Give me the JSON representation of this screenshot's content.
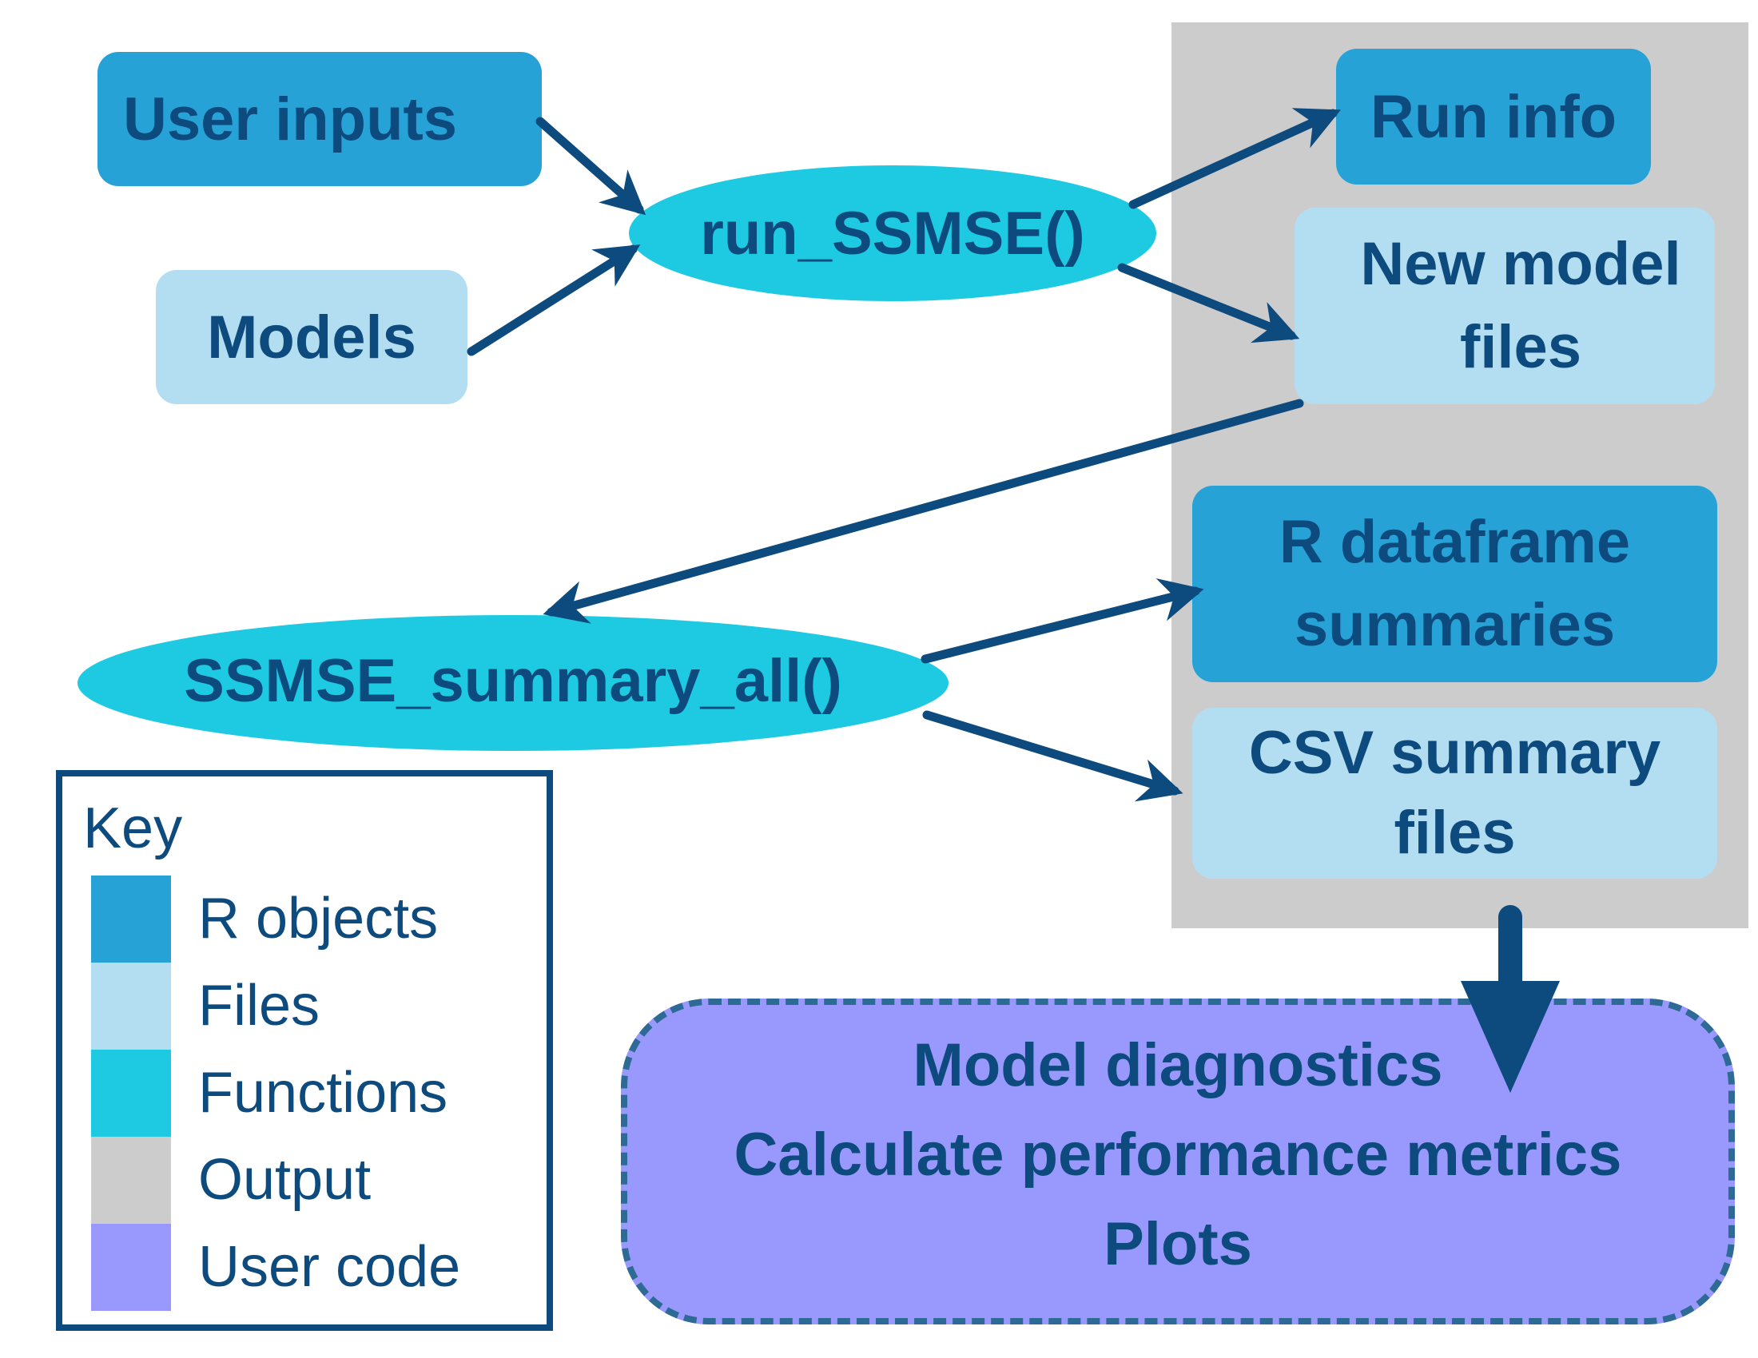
{
  "nodes": {
    "user_inputs": "User inputs",
    "models": "Models",
    "run_ssmse": "run_SSMSE()",
    "run_info": "Run info",
    "new_model_files": [
      "New model",
      "files"
    ],
    "summary_all": "SSMSE_summary_all()",
    "r_dataframe": [
      "R dataframe",
      "summaries"
    ],
    "csv_summary": [
      "CSV summary",
      "files"
    ]
  },
  "user_code": [
    "Model diagnostics",
    "Calculate performance metrics",
    "Plots"
  ],
  "key": {
    "title": "Key",
    "items": [
      {
        "label": "R objects",
        "color": "#27a2d6"
      },
      {
        "label": "Files",
        "color": "#b3def1"
      },
      {
        "label": "Functions",
        "color": "#1ec9e2"
      },
      {
        "label": "Output",
        "color": "#cccccc"
      },
      {
        "label": "User code",
        "color": "#9999fd"
      }
    ]
  },
  "colors": {
    "arrow": "#0d4a7d",
    "text": "#0d4a7d"
  }
}
